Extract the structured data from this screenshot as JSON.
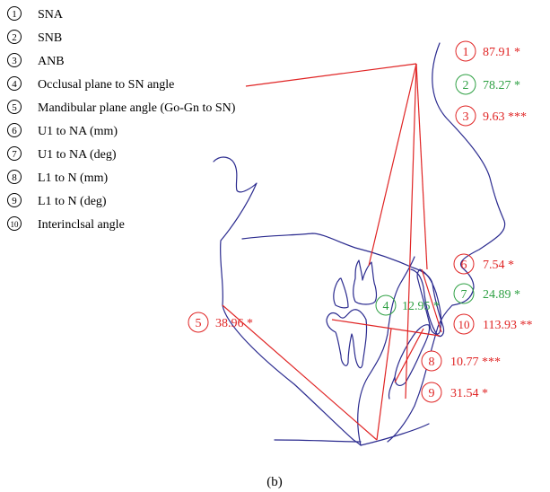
{
  "legend": [
    {
      "num": "1",
      "label": "SNA"
    },
    {
      "num": "2",
      "label": "SNB"
    },
    {
      "num": "3",
      "label": "ANB"
    },
    {
      "num": "4",
      "label": "Occlusal plane to SN angle"
    },
    {
      "num": "5",
      "label": "Mandibular plane angle (Go-Gn to SN)"
    },
    {
      "num": "6",
      "label": "U1 to NA (mm)"
    },
    {
      "num": "7",
      "label": "U1 to NA (deg)"
    },
    {
      "num": "8",
      "label": "L1 to N (mm)"
    },
    {
      "num": "9",
      "label": "L1 to N (deg)"
    },
    {
      "num": "10",
      "label": "Interinclsal angle"
    }
  ],
  "measurements": [
    {
      "num": "1",
      "value": "87.91",
      "sig": "*",
      "color": "#e02424"
    },
    {
      "num": "2",
      "value": "78.27",
      "sig": "*",
      "color": "#2ea043"
    },
    {
      "num": "3",
      "value": "9.63",
      "sig": "***",
      "color": "#e02424"
    },
    {
      "num": "6",
      "value": "7.54",
      "sig": "*",
      "color": "#e02424"
    },
    {
      "num": "7",
      "value": "24.89",
      "sig": "*",
      "color": "#2ea043"
    },
    {
      "num": "4",
      "value": "12.95",
      "sig": "*",
      "color": "#2ea043"
    },
    {
      "num": "5",
      "value": "38.96",
      "sig": "*",
      "color": "#e02424"
    },
    {
      "num": "10",
      "value": "113.93",
      "sig": "**",
      "color": "#e02424"
    },
    {
      "num": "8",
      "value": "10.77",
      "sig": "***",
      "color": "#e02424"
    },
    {
      "num": "9",
      "value": "31.54",
      "sig": "*",
      "color": "#e02424"
    }
  ],
  "caption": "(b)",
  "colors": {
    "tracing": "#2b2b8f",
    "lines": "#e02424",
    "sig_red": "#e02424",
    "sig_green": "#2ea043"
  }
}
